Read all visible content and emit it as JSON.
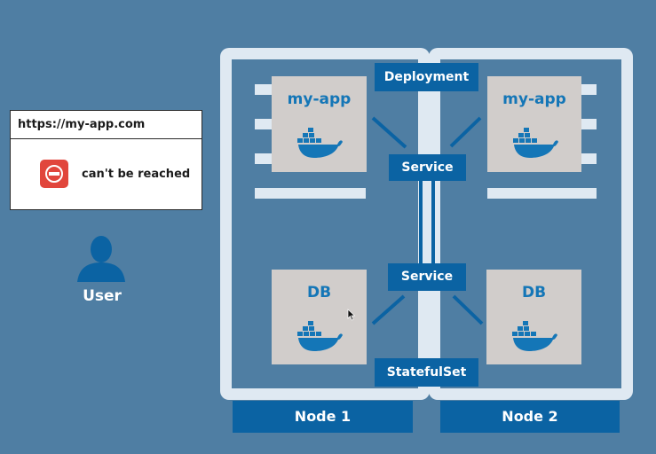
{
  "browser": {
    "url": "https://my-app.com",
    "message": "can't be reached",
    "icon": "no-entry-icon"
  },
  "user": {
    "label": "User",
    "icon": "user-silhouette-icon"
  },
  "nodes": [
    {
      "label": "Node 1"
    },
    {
      "label": "Node 2"
    }
  ],
  "components": {
    "deployment": "Deployment",
    "service_top": "Service",
    "service_bottom": "Service",
    "statefulset": "StatefulSet"
  },
  "pods": {
    "app_left": "my-app",
    "app_right": "my-app",
    "db_left": "DB",
    "db_right": "DB"
  },
  "colors": {
    "background": "#4f7ea3",
    "accent": "#0b63a3",
    "frame": "#dfe9f2",
    "pod": "#d1cdcb",
    "docker_blue": "#1476b7",
    "error": "#e1463c"
  }
}
